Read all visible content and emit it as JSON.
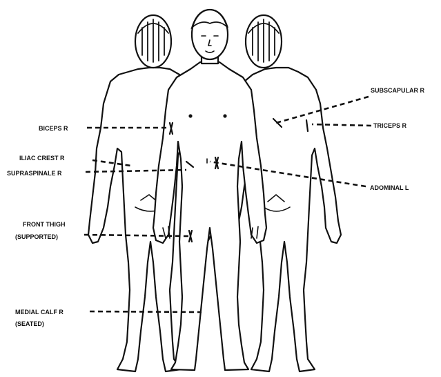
{
  "labels": {
    "subscapular": "SUBSCAPULAR R",
    "triceps": "TRICEPS R",
    "biceps": "BICEPS R",
    "iliac_crest": "ILIAC CREST R",
    "supraspinale": "SUPRASPINALE R",
    "abdominal": "ADOMINAL L",
    "front_thigh_1": "FRONT THIGH",
    "front_thigh_2": "(SUPPORTED)",
    "medial_calf_1": "MEDIAL CALF R",
    "medial_calf_2": "(SEATED)"
  },
  "colors": {
    "line": "#111111",
    "background": "#ffffff"
  }
}
